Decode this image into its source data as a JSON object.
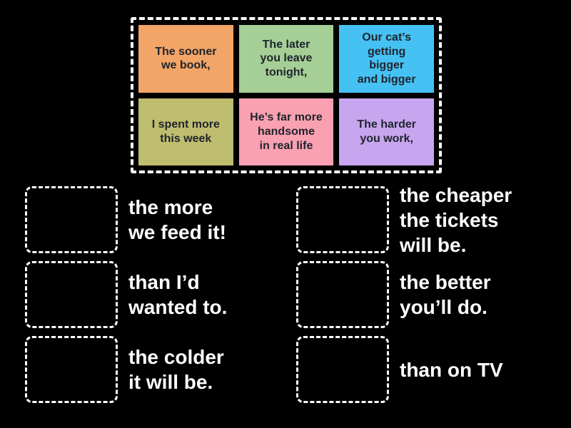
{
  "colors": {
    "background": "#000000",
    "pool_border": "#ffffff",
    "dropzone_border": "#ffffff",
    "tile_text": "#20242e",
    "answer_text": "#ffffff"
  },
  "pool": {
    "tiles": [
      {
        "text": "The sooner\nwe book,",
        "color": "#f2a566"
      },
      {
        "text": "The later\nyou leave\ntonight,",
        "color": "#a5cf97"
      },
      {
        "text": "Our cat’s\ngetting\nbigger\nand bigger",
        "color": "#45c2f3"
      },
      {
        "text": "I spent more\nthis week",
        "color": "#bfbd6e"
      },
      {
        "text": "He’s far more\nhandsome\nin real life",
        "color": "#f9a1b1"
      },
      {
        "text": "The harder\nyou work,",
        "color": "#c7a5ef"
      }
    ]
  },
  "matches": {
    "left": [
      {
        "answer": "the more\nwe feed it!"
      },
      {
        "answer": "than I’d\nwanted to."
      },
      {
        "answer": "the colder\nit will be."
      }
    ],
    "right": [
      {
        "answer": "the cheaper\nthe tickets\nwill be."
      },
      {
        "answer": "the better\nyou’ll do."
      },
      {
        "answer": "than on TV"
      }
    ]
  }
}
